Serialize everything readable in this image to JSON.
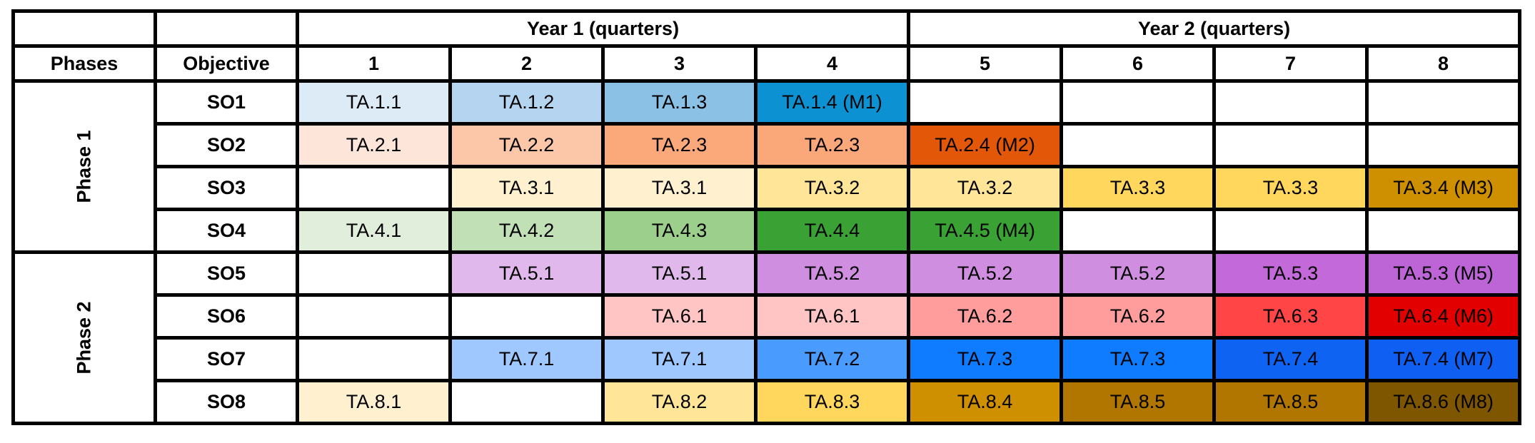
{
  "header": {
    "years": [
      {
        "label": "Year 1 (quarters)",
        "span": 4
      },
      {
        "label": "Year 2 (quarters)",
        "span": 4
      }
    ],
    "phases_label": "Phases",
    "objective_label": "Objective",
    "quarters": [
      "1",
      "2",
      "3",
      "4",
      "5",
      "6",
      "7",
      "8"
    ]
  },
  "phases": [
    {
      "label": "Phase 1",
      "rows": 4
    },
    {
      "label": "Phase 2",
      "rows": 4
    }
  ],
  "rows": [
    {
      "objective": "SO1",
      "cells": [
        {
          "text": "TA.1.1",
          "color": "#ddebf7"
        },
        {
          "text": "TA.1.2",
          "color": "#b4d4f0"
        },
        {
          "text": "TA.1.3",
          "color": "#8cc1e6"
        },
        {
          "text": "TA.1.4 (M1)",
          "color": "#0c92d2"
        },
        {
          "text": "",
          "color": "#ffffff"
        },
        {
          "text": "",
          "color": "#ffffff"
        },
        {
          "text": "",
          "color": "#ffffff"
        },
        {
          "text": "",
          "color": "#ffffff"
        }
      ]
    },
    {
      "objective": "SO2",
      "cells": [
        {
          "text": "TA.2.1",
          "color": "#fde5da"
        },
        {
          "text": "TA.2.2",
          "color": "#fcc7a8"
        },
        {
          "text": "TA.2.3",
          "color": "#fba87a"
        },
        {
          "text": "TA.2.3",
          "color": "#faa77a"
        },
        {
          "text": "TA.2.4 (M2)",
          "color": "#e35709"
        },
        {
          "text": "",
          "color": "#ffffff"
        },
        {
          "text": "",
          "color": "#ffffff"
        },
        {
          "text": "",
          "color": "#ffffff"
        }
      ]
    },
    {
      "objective": "SO3",
      "cells": [
        {
          "text": "",
          "color": "#ffffff"
        },
        {
          "text": "TA.3.1",
          "color": "#fff1d0"
        },
        {
          "text": "TA.3.1",
          "color": "#fff1d0"
        },
        {
          "text": "TA.3.2",
          "color": "#ffe597"
        },
        {
          "text": "TA.3.2",
          "color": "#ffe597"
        },
        {
          "text": "TA.3.3",
          "color": "#ffd75d"
        },
        {
          "text": "TA.3.3",
          "color": "#ffd75d"
        },
        {
          "text": "TA.3.4 (M3)",
          "color": "#cf9000"
        }
      ]
    },
    {
      "objective": "SO4",
      "cells": [
        {
          "text": "TA.4.1",
          "color": "#e1eedc"
        },
        {
          "text": "TA.4.2",
          "color": "#c1e0b6"
        },
        {
          "text": "TA.4.3",
          "color": "#9ccf8c"
        },
        {
          "text": "TA.4.4",
          "color": "#3aa235"
        },
        {
          "text": "TA.4.5 (M4)",
          "color": "#3aa235"
        },
        {
          "text": "",
          "color": "#ffffff"
        },
        {
          "text": "",
          "color": "#ffffff"
        },
        {
          "text": "",
          "color": "#ffffff"
        }
      ]
    },
    {
      "objective": "SO5",
      "cells": [
        {
          "text": "",
          "color": "#ffffff"
        },
        {
          "text": "TA.5.1",
          "color": "#e1b8ec"
        },
        {
          "text": "TA.5.1",
          "color": "#e1b8ec"
        },
        {
          "text": "TA.5.2",
          "color": "#d08ee0"
        },
        {
          "text": "TA.5.2",
          "color": "#d08ee0"
        },
        {
          "text": "TA.5.2",
          "color": "#d08ee0"
        },
        {
          "text": "TA.5.3",
          "color": "#c369d9"
        },
        {
          "text": "TA.5.3 (M5)",
          "color": "#bd64d6"
        }
      ]
    },
    {
      "objective": "SO6",
      "cells": [
        {
          "text": "",
          "color": "#ffffff"
        },
        {
          "text": "",
          "color": "#ffffff"
        },
        {
          "text": "TA.6.1",
          "color": "#ffc5c5"
        },
        {
          "text": "TA.6.1",
          "color": "#ffc5c5"
        },
        {
          "text": "TA.6.2",
          "color": "#ff9d9d"
        },
        {
          "text": "TA.6.2",
          "color": "#ff9d9d"
        },
        {
          "text": "TA.6.3",
          "color": "#ff4545"
        },
        {
          "text": "TA.6.4 (M6)",
          "color": "#e30000"
        }
      ]
    },
    {
      "objective": "SO7",
      "cells": [
        {
          "text": "",
          "color": "#ffffff"
        },
        {
          "text": "TA.7.1",
          "color": "#9ec8ff"
        },
        {
          "text": "TA.7.1",
          "color": "#9ec8ff"
        },
        {
          "text": "TA.7.2",
          "color": "#4a9bfe"
        },
        {
          "text": "TA.7.3",
          "color": "#0f7bff"
        },
        {
          "text": "TA.7.3",
          "color": "#0f7bff"
        },
        {
          "text": "TA.7.4",
          "color": "#0e63f3"
        },
        {
          "text": "TA.7.4 (M7)",
          "color": "#0e5ff2"
        }
      ]
    },
    {
      "objective": "SO8",
      "cells": [
        {
          "text": "TA.8.1",
          "color": "#fff1d0"
        },
        {
          "text": "",
          "color": "#ffffff"
        },
        {
          "text": "TA.8.2",
          "color": "#ffe597"
        },
        {
          "text": "TA.8.3",
          "color": "#ffd75d"
        },
        {
          "text": "TA.8.4",
          "color": "#cf9000"
        },
        {
          "text": "TA.8.5",
          "color": "#b07600"
        },
        {
          "text": "TA.8.5",
          "color": "#b07600"
        },
        {
          "text": "TA.8.6 (M8)",
          "color": "#7f5600"
        }
      ]
    }
  ]
}
